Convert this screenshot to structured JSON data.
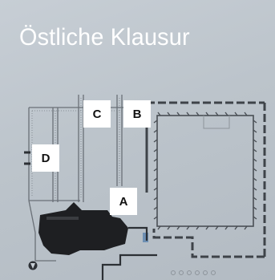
{
  "title": "Östliche Klausur",
  "labels": {
    "a": "A",
    "b": "B",
    "c": "C",
    "d": "D"
  },
  "colors": {
    "background": "#bcc4cb",
    "plan_lines": "#4a4f55",
    "church": "#1e1f22",
    "title": "#ffffff"
  }
}
